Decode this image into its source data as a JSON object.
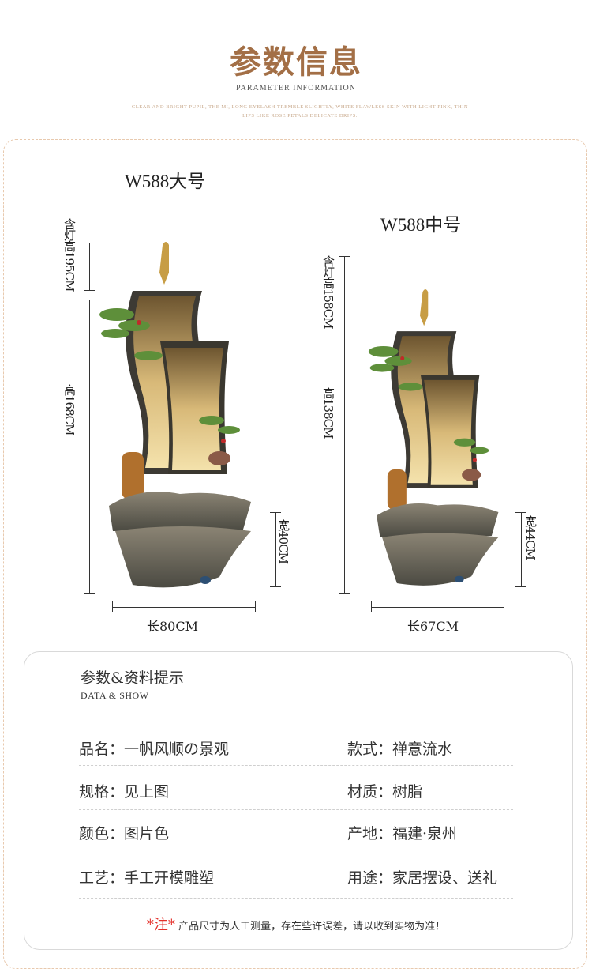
{
  "header": {
    "title_cn": "参数信息",
    "title_en": "PARAMETER INFORMATION",
    "subline": "CLEAR AND BRIGHT PUPIL, THE MI, LONG EYELASH TREMBLE SLIGHTLY, WHITE FLAWLESS SKIN WITH LIGHT PINK, THIN LIPS LIKE ROSE PETALS DELICATE DRIPS."
  },
  "products": [
    {
      "title": "W588大号",
      "height_with_light": "含灯高195CM",
      "height": "高168CM",
      "width": "宽40CM",
      "length": "长80CM"
    },
    {
      "title": "W588中号",
      "height_with_light": "含灯高158CM",
      "height": "高138CM",
      "width": "宽44CM",
      "length": "长67CM"
    }
  ],
  "info": {
    "heading": "参数&资料提示",
    "subheading": "DATA & SHOW",
    "rows": [
      {
        "left": "品名：一帆风顺の景观",
        "right": "款式：禅意流水"
      },
      {
        "left": "规格：见上图",
        "right": "材质：树脂"
      },
      {
        "left": "颜色：图片色",
        "right": "产地：福建·泉州"
      },
      {
        "left": "工艺：手工开模雕塑",
        "right": "用途：家居摆设、送礼"
      }
    ],
    "note_star": "*注*",
    "note_text": "产品尺寸为人工测量，存在些许误差，请以收到实物为准！"
  },
  "colors": {
    "accent": "#a36f46",
    "note_star": "#e3302b"
  }
}
